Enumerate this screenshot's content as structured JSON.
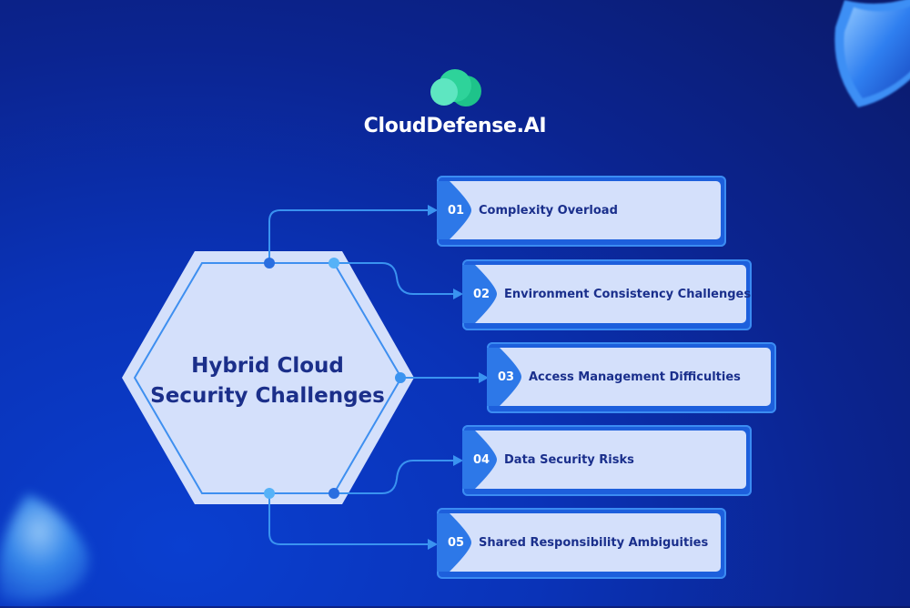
{
  "brand": {
    "name": "CloudDefense.AI",
    "logo_icon": "cloud-logo-icon",
    "logo_colors": [
      "#5ee6c1",
      "#2ed39a",
      "#1ec38a"
    ]
  },
  "center": {
    "title_line1": "Hybrid Cloud",
    "title_line2": "Security Challenges"
  },
  "items": [
    {
      "number": "01",
      "label": "Complexity Overload"
    },
    {
      "number": "02",
      "label": "Environment Consistency Challenges"
    },
    {
      "number": "03",
      "label": "Access Management Difficulties"
    },
    {
      "number": "04",
      "label": "Data Security Risks"
    },
    {
      "number": "05",
      "label": "Shared Responsibility Ambiguities"
    }
  ],
  "decorations": {
    "top_right": "shield-icon",
    "bottom_left": "shield-icon"
  },
  "colors": {
    "background": "#0b2490",
    "card_fill": "#d4e0fb",
    "card_border": "#3b8cf2",
    "text_dark": "#1a2f8c",
    "connector": "#3a93f0"
  }
}
